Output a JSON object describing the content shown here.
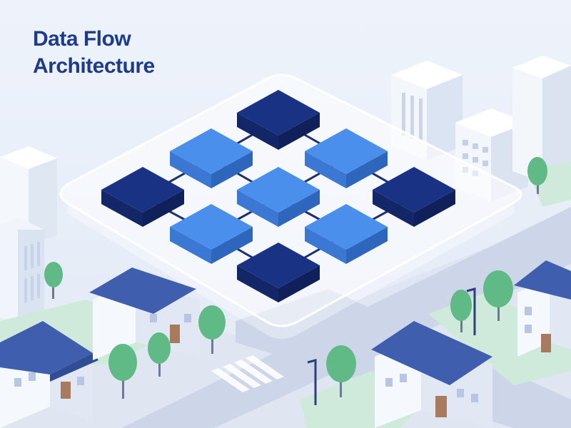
{
  "title": {
    "line1": "Data Flow",
    "line2": "Architecture"
  },
  "colors": {
    "background": "#e8eef8",
    "title": "#1d3b8a",
    "node_dark": "#1a3283",
    "node_light": "#4a8fec",
    "platform": "#f6f9fe",
    "road": "#c8d3e6",
    "grass": "#c9ead7",
    "tree": "#5fba86",
    "roof": "#3f5fae",
    "building": "#f4f7fc"
  },
  "diagram": {
    "nodes": [
      {
        "id": "n-top",
        "tone": "dark"
      },
      {
        "id": "n-upper-left",
        "tone": "light"
      },
      {
        "id": "n-upper-right",
        "tone": "light"
      },
      {
        "id": "n-left",
        "tone": "dark"
      },
      {
        "id": "n-center",
        "tone": "light"
      },
      {
        "id": "n-right",
        "tone": "dark"
      },
      {
        "id": "n-lower-left",
        "tone": "light"
      },
      {
        "id": "n-lower-right",
        "tone": "light"
      },
      {
        "id": "n-bottom",
        "tone": "dark"
      }
    ],
    "connections": [
      [
        "n-top",
        "n-upper-left"
      ],
      [
        "n-top",
        "n-upper-right"
      ],
      [
        "n-upper-left",
        "n-left"
      ],
      [
        "n-upper-left",
        "n-center"
      ],
      [
        "n-upper-right",
        "n-center"
      ],
      [
        "n-upper-right",
        "n-right"
      ],
      [
        "n-left",
        "n-lower-left"
      ],
      [
        "n-center",
        "n-lower-left"
      ],
      [
        "n-center",
        "n-lower-right"
      ],
      [
        "n-right",
        "n-lower-right"
      ],
      [
        "n-lower-left",
        "n-bottom"
      ],
      [
        "n-lower-right",
        "n-bottom"
      ]
    ]
  }
}
